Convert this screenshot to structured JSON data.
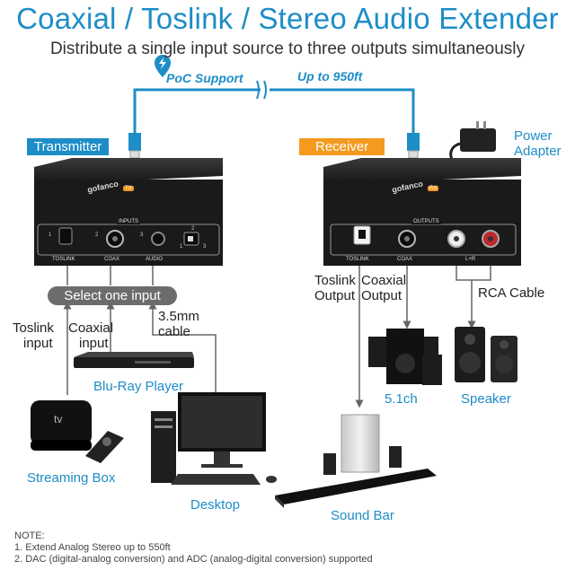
{
  "title": "Coaxial / Toslink / Stereo Audio Extender",
  "subtitle": "Distribute a single input source to three outputs simultaneously",
  "poc_support": "PoC Support",
  "range": "Up to 950ft",
  "transmitter": {
    "tag": "Transmitter",
    "brand": "gofanco",
    "badge": "TX",
    "panel_title": "INPUTS",
    "port_nums": [
      "1",
      "2",
      "3"
    ],
    "port_labels": [
      "TOSLINK",
      "COAX",
      "AUDIO"
    ],
    "switch_labels": [
      "2",
      "1",
      "3"
    ]
  },
  "receiver": {
    "tag": "Receiver",
    "brand": "gofanco",
    "badge": "RX",
    "panel_title": "OUTPUTS",
    "port_labels": [
      "TOSLINK",
      "COAX",
      "L+R"
    ]
  },
  "power_adapter": [
    "Power",
    "Adapter"
  ],
  "select_input": "Select one input",
  "inputs": {
    "toslink": [
      "Toslink",
      "input"
    ],
    "coaxial": [
      "Coaxial",
      "input"
    ],
    "analog": [
      "3.5mm",
      "cable"
    ]
  },
  "outputs": {
    "toslink": [
      "Toslink",
      "Output"
    ],
    "coaxial": [
      "Coaxial",
      "Output"
    ],
    "rca": "RCA Cable"
  },
  "devices": {
    "bluray": "Blu-Ray Player",
    "streaming": "Streaming Box",
    "desktop": "Desktop",
    "surround": "5.1ch",
    "speaker": "Speaker",
    "soundbar": "Sound Bar",
    "appletv": "tv"
  },
  "note": {
    "heading": "NOTE:",
    "lines": [
      "1. Extend Analog Stereo up to 550ft",
      "2. DAC (digital-analog conversion) and ADC (analog-digital conversion) supported"
    ]
  }
}
